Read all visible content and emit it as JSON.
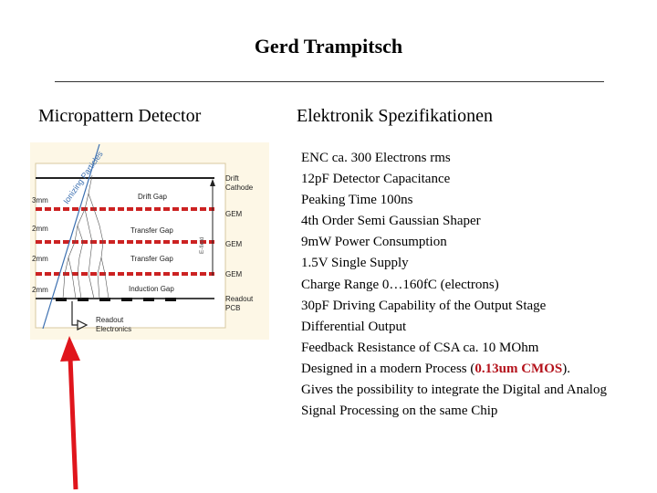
{
  "title": "Gerd Trampitsch",
  "left_heading": "Micropattern Detector",
  "right_heading": "Elektronik Spezifikationen",
  "specs": [
    "ENC ca. 300 Electrons rms",
    "12pF Detector Capacitance",
    "Peaking Time 100ns",
    "4th Order Semi Gaussian Shaper",
    "9mW Power Consumption",
    "1.5V Single Supply",
    "Charge Range 0…160fC (electrons)",
    "30pF Driving Capability of the Output Stage",
    "Differential Output",
    "Feedback Resistance of CSA ca. 10 MOhm"
  ],
  "spec_designed": {
    "prefix": "Designed in a modern Process (",
    "highlight": "0.13um CMOS",
    "suffix": ")."
  },
  "spec_gives": [
    "Gives the possibility to integrate the Digital and Analog",
    "Signal Processing on the same Chip"
  ],
  "diagram": {
    "ionizing_label": "Ionizing Particles",
    "gap_sizes": [
      "3mm",
      "2mm",
      "2mm",
      "2mm"
    ],
    "gap_names": [
      "Drift Gap",
      "Transfer Gap",
      "Transfer Gap",
      "Induction Gap"
    ],
    "drift_cathode": [
      "Drift",
      "Cathode"
    ],
    "gem_label": "GEM",
    "readout_pcb": [
      "Readout",
      "PCB"
    ],
    "readout_electronics": [
      "Readout",
      "Electronics"
    ],
    "field_label": "E-field"
  },
  "colors": {
    "highlight": "#b4121b",
    "arrow": "#e0151c",
    "gem": "#cc2222",
    "diagram_bg": "#fdf7e6",
    "ionizing_text": "#3b6fb0"
  }
}
